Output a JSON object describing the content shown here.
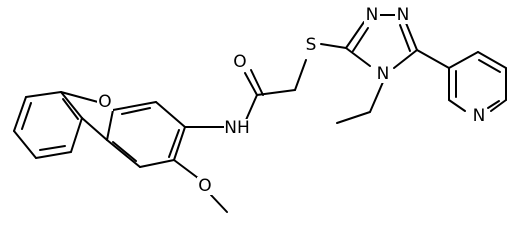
{
  "atoms": {
    "o_furan": "O",
    "n_amide": "NH",
    "o_carbonyl": "O",
    "o_methoxy": "O",
    "s_thioether": "S",
    "n_triazole_1": "N",
    "n_triazole_2": "N",
    "n_triazole_4": "N",
    "n_pyridine": "N"
  },
  "colors": {
    "bond": "#000000",
    "background": "#ffffff"
  }
}
